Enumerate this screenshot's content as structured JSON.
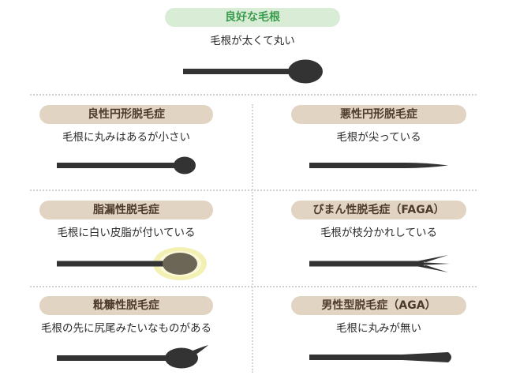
{
  "top": {
    "label": "良好な毛根",
    "desc": "毛根が太くて丸い"
  },
  "cells": [
    {
      "label": "良性円形脱毛症",
      "desc": "毛根に丸みはあるが小さい"
    },
    {
      "label": "悪性円形脱毛症",
      "desc": "毛根が尖っている"
    },
    {
      "label": "脂漏性脱毛症",
      "desc": "毛根に白い皮脂が付いている"
    },
    {
      "label": "びまん性脱毛症（FAGA）",
      "desc": "毛根が枝分かれしている"
    },
    {
      "label": "粃糠性脱毛症",
      "desc": "毛根の先に尻尾みたいなものがある"
    },
    {
      "label": "男性型脱毛症（AGA）",
      "desc": "毛根に丸みが無い"
    }
  ],
  "colors": {
    "hair": "#333333",
    "good_pill_bg": "#d9edd6",
    "good_pill_text": "#3a9b4e",
    "category_pill_bg": "#e2d4c2",
    "category_pill_text": "#4d3a2c",
    "sebum_glow": "#f3f0b4",
    "sebum_blob": "#6b6656"
  }
}
